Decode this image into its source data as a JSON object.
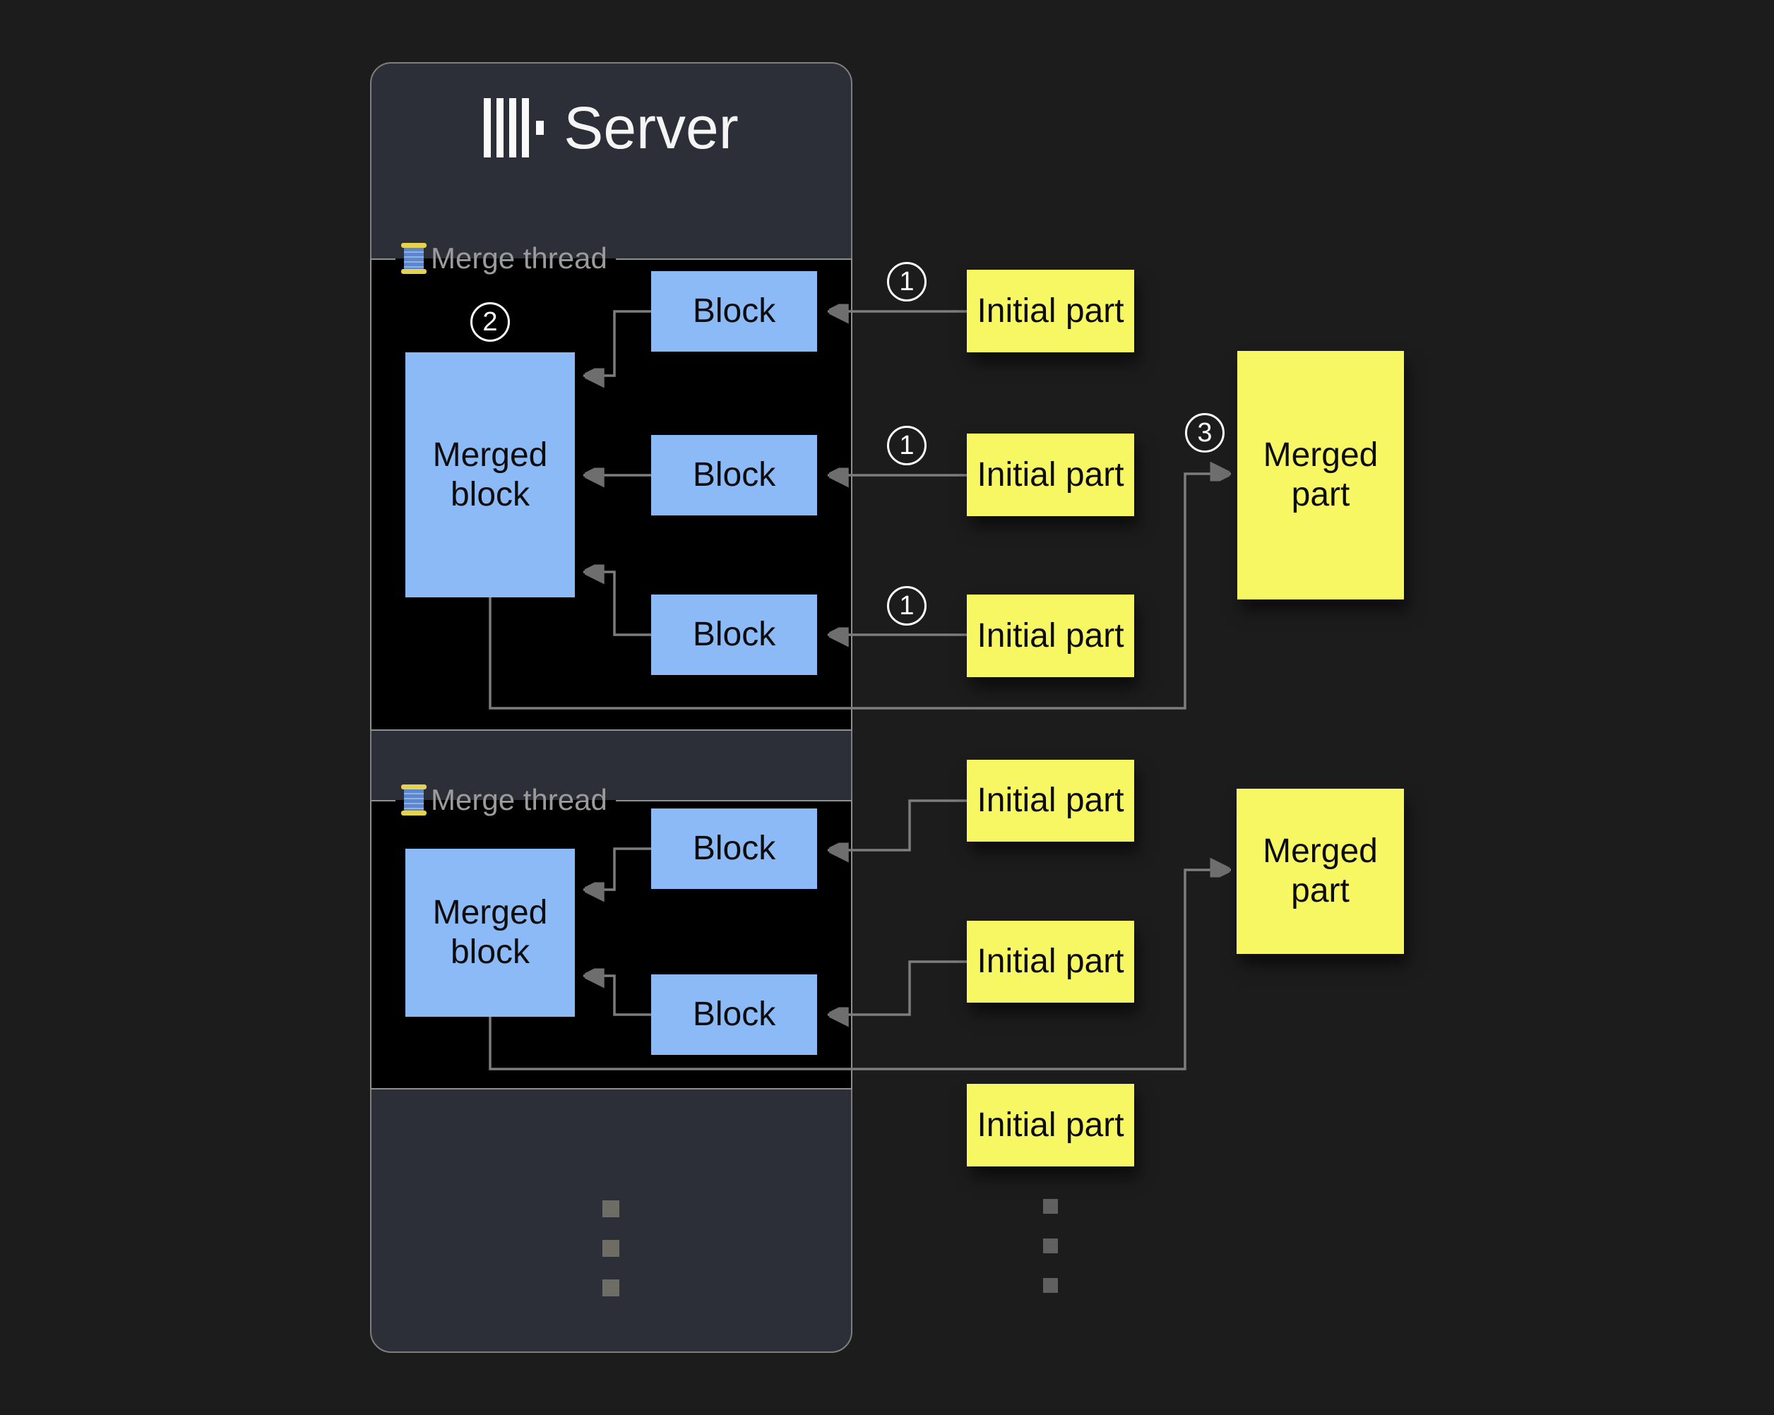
{
  "header": {
    "title": "Server",
    "logo_icon": "clickhouse-logo"
  },
  "threads": [
    {
      "icon": "thread-spool",
      "label": "Merge thread",
      "step_badge": "2",
      "merged_block_label": "Merged block",
      "blocks": [
        "Block",
        "Block",
        "Block"
      ]
    },
    {
      "icon": "thread-spool",
      "label": "Merge thread",
      "merged_block_label": "Merged block",
      "blocks": [
        "Block",
        "Block"
      ]
    }
  ],
  "initial_parts": [
    {
      "label": "Initial part",
      "badge": "1"
    },
    {
      "label": "Initial part",
      "badge": "1"
    },
    {
      "label": "Initial part",
      "badge": "1"
    },
    {
      "label": "Initial part"
    },
    {
      "label": "Initial part"
    },
    {
      "label": "Initial part"
    }
  ],
  "merged_parts": [
    {
      "label": "Merged part",
      "badge": "3"
    },
    {
      "label": "Merged part"
    }
  ],
  "colors": {
    "background": "#1c1c1c",
    "server_panel": "#2c2f37",
    "thread_panel": "#000000",
    "panel_border": "#8f8f8f",
    "block_fill": "#8cbaf6",
    "part_fill": "#f7f763",
    "connector": "#7d7d7d",
    "label_text": "#9b9b9b",
    "title_text": "#f5f5f5",
    "badge_text": "#ffffff"
  }
}
